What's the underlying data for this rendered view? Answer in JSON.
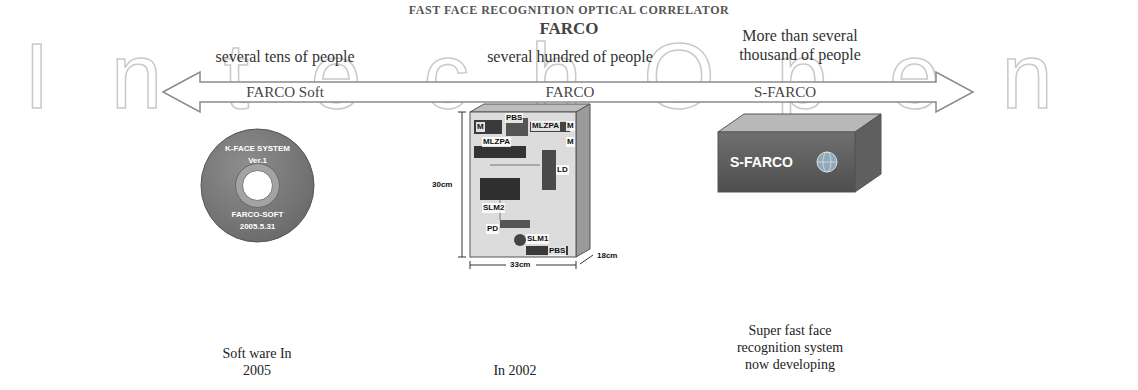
{
  "diagram": {
    "title": "FAST FACE RECOGNITION OPTICAL CORRELATOR",
    "nodes": [
      {
        "text": [
          "FARCO Soft",
          "FARCO",
          "S-FARCO"
        ]
      },
      {
        "text": [
          "K-FACE SYSTEM",
          "Ver.1",
          "FARCO-SOFT",
          "2005.5.31"
        ]
      },
      {
        "text": [
          "S-FARCO"
        ]
      }
    ],
    "labels": [
      "FARCO",
      "several tens of people",
      "several hundred of people",
      "More than several thousand of people",
      "M",
      "PBS",
      "MLZPA",
      "MLZPA",
      "M",
      "M",
      "LD",
      "SLM2",
      "PD",
      "SLM1",
      "PBS",
      "30cm",
      "33cm",
      "18cm",
      "Soft ware In 2005",
      "In 2002",
      "Super fast face recognition system now developing",
      "IntechOpen"
    ]
  }
}
